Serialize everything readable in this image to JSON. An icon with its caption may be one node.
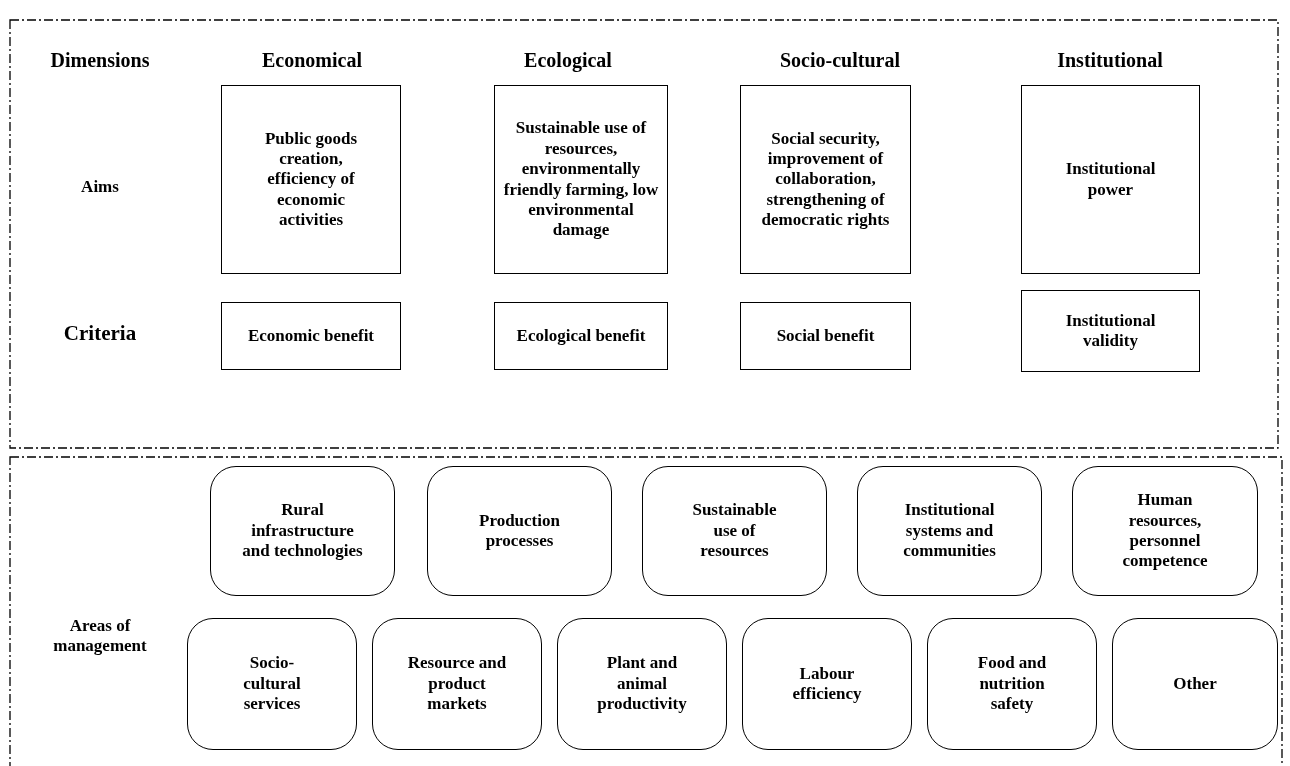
{
  "diagram": {
    "nodes": [
      {
        "text": [],
        "shape": "box"
      },
      {
        "text": [
          "Public goods creation, efficiency of economic activities"
        ],
        "in": 0
      },
      {
        "text": [
          "Sustainable use of resources, environmentally friendly farming, low environmental damage"
        ],
        "in": 0
      },
      {
        "text": [
          "Social security, improvement of collaboration, strengthening of democratic rights"
        ],
        "in": 0
      },
      {
        "text": [
          "Institutional power"
        ],
        "in": 0
      },
      {
        "text": [
          "Economic benefit"
        ],
        "in": 0
      },
      {
        "text": [
          "Ecological benefit"
        ],
        "in": 0
      },
      {
        "text": [
          "Social benefit"
        ],
        "in": 0
      },
      {
        "text": [
          "Institutional validity"
        ],
        "in": 0
      },
      {
        "text": [],
        "shape": "box"
      },
      {
        "text": [
          "Rural infrastructure and technologies"
        ],
        "in": 9
      },
      {
        "text": [
          "Production processes"
        ],
        "in": 9
      },
      {
        "text": [
          "Sustainable use of resources"
        ],
        "in": 9
      },
      {
        "text": [
          "Institutional systems and communities"
        ],
        "in": 9
      },
      {
        "text": [
          "Human resources, personnel competence"
        ],
        "in": 9
      },
      {
        "text": [
          "Socio-cultural services"
        ],
        "in": 9
      },
      {
        "text": [
          "Resource and product markets"
        ],
        "in": 9
      },
      {
        "text": [
          "Plant and animal productivity"
        ],
        "in": 9
      },
      {
        "text": [
          "Labour efficiency"
        ],
        "in": 9
      },
      {
        "text": [
          "Food and nutrition safety"
        ],
        "in": 9
      },
      {
        "text": [
          "Other"
        ],
        "in": 9
      }
    ],
    "edges": [],
    "labels": [
      "Dimensions",
      "Economical",
      "Ecological",
      "Socio-cultural",
      "Institutional",
      "Aims",
      "Criteria",
      "Areas of management"
    ]
  }
}
